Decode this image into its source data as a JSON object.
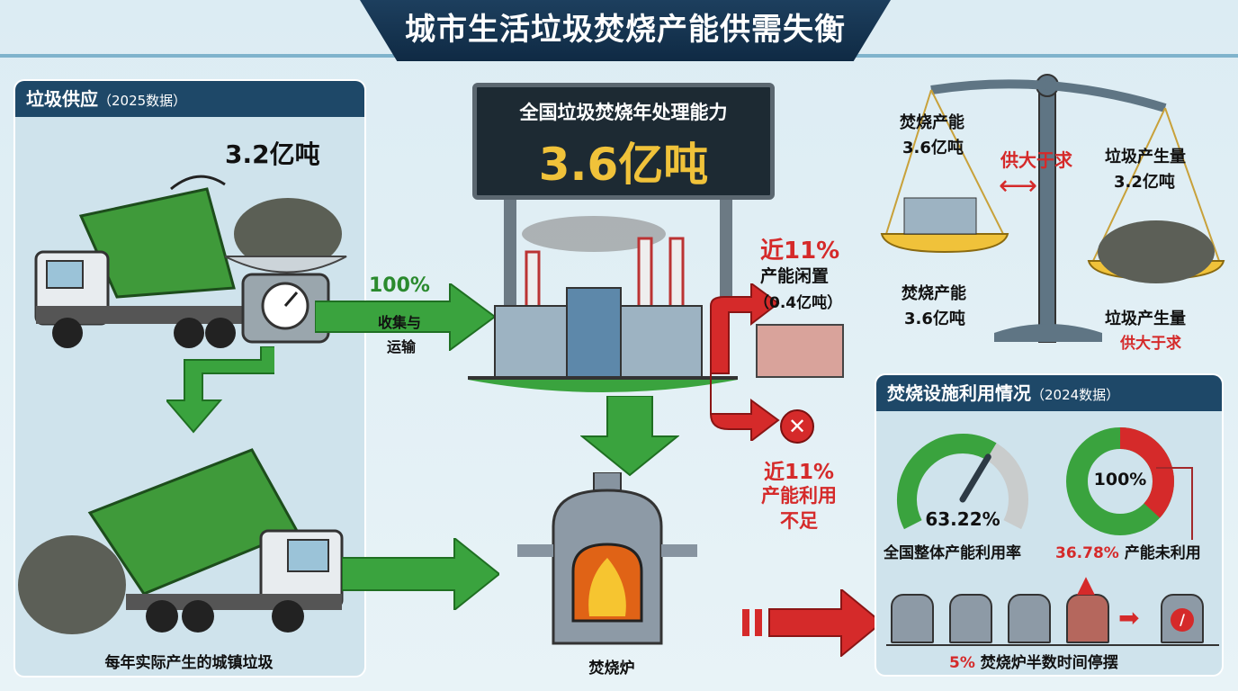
{
  "title": "城市生活垃圾焚烧产能供需失衡",
  "supply_panel": {
    "heading": "垃圾供应",
    "heading_note": "（2025数据）",
    "amount": "3.2亿吨",
    "collection_pct": "100%",
    "collection_label_1": "收集与",
    "collection_label_2": "运输",
    "caption": "每年实际产生的城镇垃圾"
  },
  "capacity_sign": {
    "label": "全国垃圾焚烧年处理能力",
    "value": "3.6亿吨"
  },
  "idle": {
    "pct": "近11%",
    "label": "产能闲置",
    "amount": "（0.4亿吨）"
  },
  "underused": {
    "pct": "近11%",
    "line1": "产能利用",
    "line2": "不足"
  },
  "incinerator_label": "焚烧炉",
  "balance": {
    "left_label": "焚烧产能",
    "left_value": "3.6亿吨",
    "right_label": "垃圾产生量",
    "right_value": "3.2亿吨",
    "center": "供大于求",
    "bottom_left_label": "焚烧产能",
    "bottom_left_value": "3.6亿吨",
    "bottom_right_label": "垃圾产生量",
    "bottom_right_value": "供大于求"
  },
  "usage_panel": {
    "heading": "焚烧设施利用情况",
    "heading_note": "（2024数据）",
    "gauge_value": "63.22%",
    "gauge_fraction": 0.6322,
    "gauge_label": "全国整体产能利用率",
    "donut_center": "100%",
    "unused_pct": "36.78%",
    "unused_label": "产能未利用",
    "unused_fraction": 0.3678,
    "furnace_pct": "5%",
    "furnace_label": "焚烧炉半数时间停摆"
  },
  "colors": {
    "navy": "#1e4868",
    "green": "#3aa33e",
    "red": "#d52a2a",
    "gold": "#f0c23a"
  }
}
